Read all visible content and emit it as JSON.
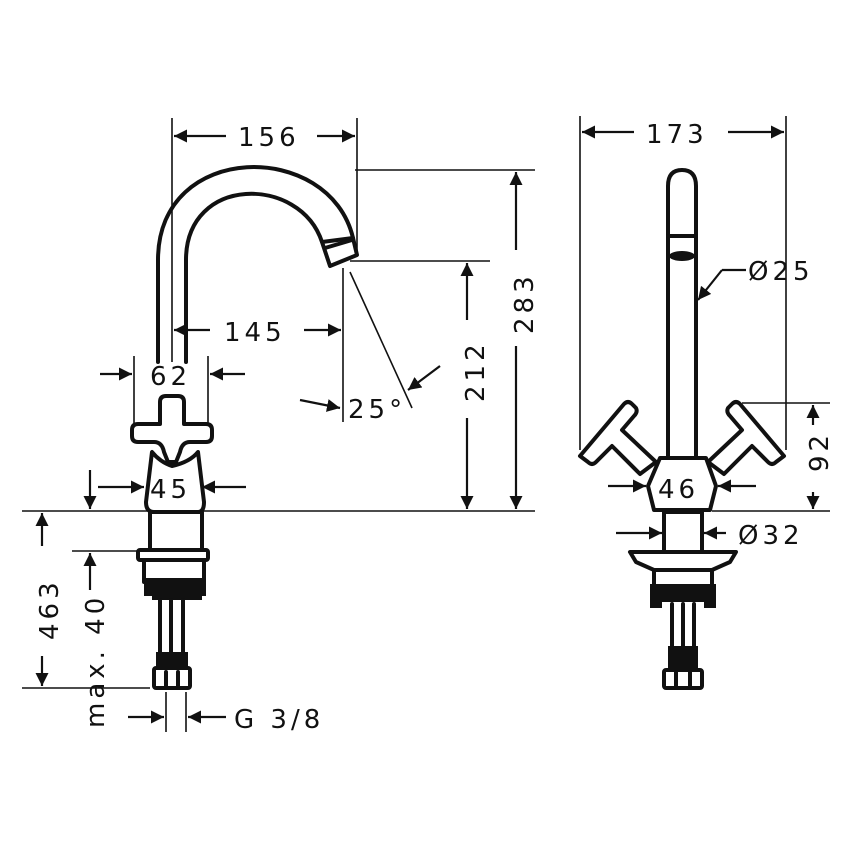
{
  "drawing": {
    "title": "Basin mixer with swivel spout - dimension drawing",
    "units": "mm",
    "line_color": "#111111",
    "background": "#ffffff",
    "side_view": {
      "dimensions": {
        "spout_reach_outer": "156",
        "spout_reach_inner": "145",
        "handle_width": "62",
        "body_width": "45",
        "spout_angle": "25°",
        "spout_outlet_height": "212",
        "total_height": "283",
        "hose_length": "463",
        "max_deck_thickness": "max. 40",
        "connection_thread": "G 3/8"
      }
    },
    "front_view": {
      "dimensions": {
        "overall_width": "173",
        "spout_diameter": "Ø25",
        "handle_height": "92",
        "body_width": "46",
        "base_diameter": "Ø32"
      }
    }
  }
}
